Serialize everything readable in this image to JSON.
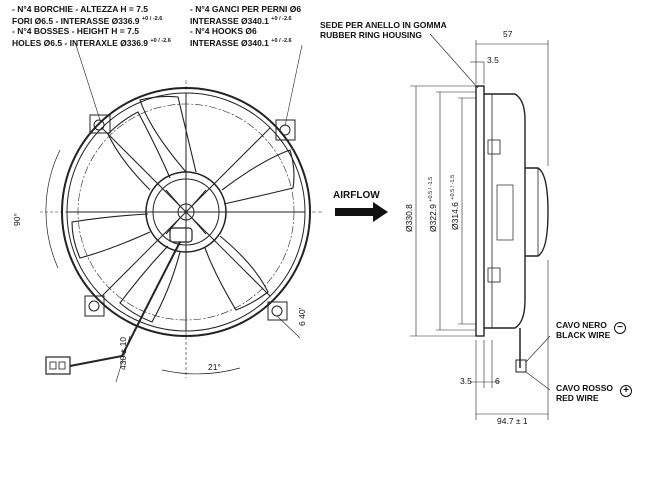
{
  "notes": {
    "bosses_it": "- N°4 BORCHIE - ALTEZZA H = 7.5",
    "holes_it": "FORI Ø6.5 - INTERASSE Ø336.9",
    "bosses_en": "- N°4 BOSSES - HEIGHT H = 7.5",
    "holes_en": "HOLES Ø6.5 - INTERAXLE Ø336.9",
    "tol_336": "+0 / -2.6",
    "hooks_it": "- N°4 GANCI PER PERNI Ø6",
    "hooks_it_interasse": "INTERASSE Ø340.1",
    "hooks_en": "- N°4 HOOKS Ø6",
    "hooks_en_interasse": "INTERASSE Ø340.1",
    "tol_340": "+0 / -2.6",
    "ring_it": "SEDE PER ANELLO IN GOMMA",
    "ring_en": "RUBBER RING HOUSING",
    "airflow": "AIRFLOW",
    "black_it": "CAVO NERO",
    "black_en": "BLACK WIRE",
    "red_it": "CAVO ROSSO",
    "red_en": "RED WIRE",
    "minus_sign": "−",
    "plus_sign": "+"
  },
  "dimensions": {
    "angle_90": "90°",
    "angle_21": "21°",
    "angle_6_40": "6 40'",
    "length_430": "430 ± 10",
    "depth_57": "57",
    "gap_3_5_top": "3.5",
    "dia_330_8": "Ø330.8",
    "dia_322_9": "Ø322.9",
    "tol_322_9": "+0.5 / -1.5",
    "dia_314_6": "Ø314.6",
    "tol_314_6": "+0.5 / -1.5",
    "gap_3_5_bottom": "3.5",
    "gap_6": "6",
    "total_depth": "94.7 ± 1"
  }
}
